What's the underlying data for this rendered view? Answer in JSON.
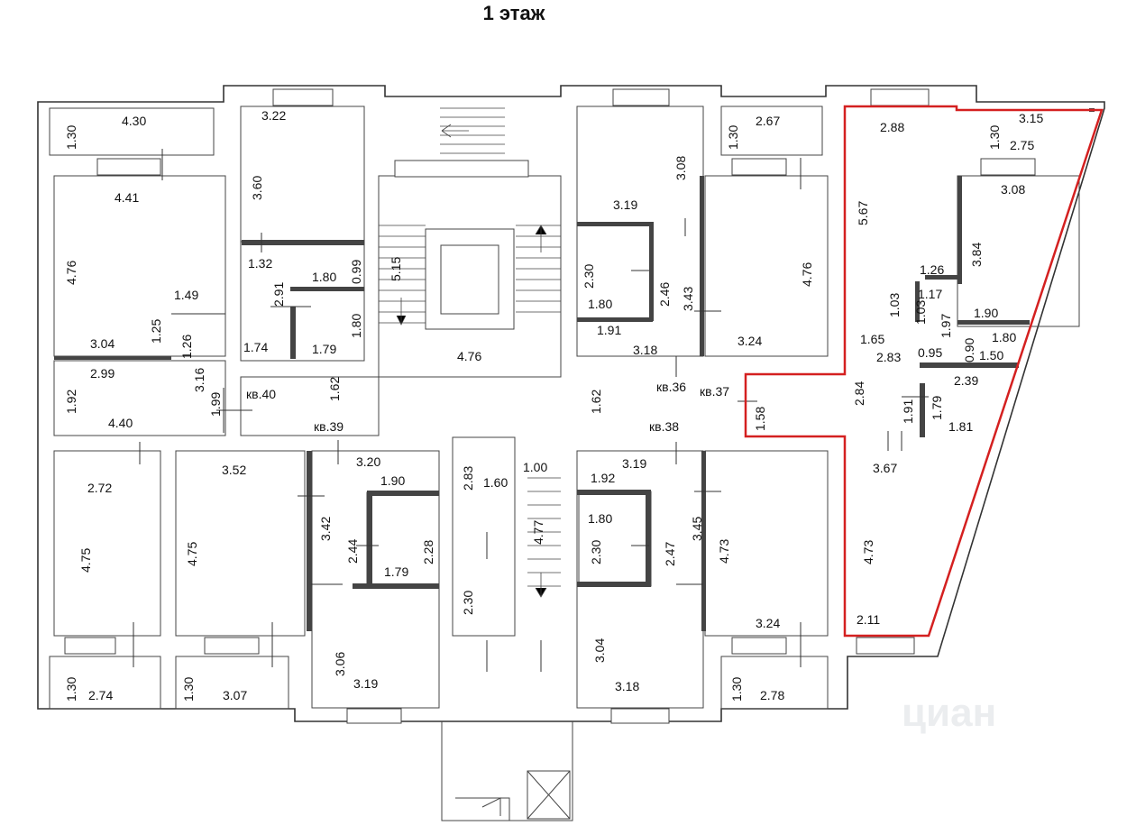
{
  "title": "1 этаж",
  "highlight_color": "#d42020",
  "apartments": [
    "кв.36",
    "кв.37",
    "кв.38",
    "кв.39",
    "кв.40"
  ],
  "dims": {
    "balc_tl_h": "1.30",
    "balc_tl_w": "4.30",
    "r_tl_w": "4.41",
    "r_tl_h": "4.76",
    "r_tl_b": "3.04",
    "r_tl_149": "1.49",
    "r_tl_125": "1.25",
    "r_top2_w": "3.22",
    "r_top2_h": "3.60",
    "r_132": "1.32",
    "r_291": "2.91",
    "r_180a": "1.80",
    "r_099": "0.99",
    "r_180b": "1.80",
    "r_179": "1.79",
    "r_174": "1.74",
    "r_126": "1.26",
    "r_299": "2.99",
    "r_192": "1.92",
    "r_440": "4.40",
    "r_316": "3.16",
    "r_199": "1.99",
    "r_162a": "1.62",
    "stair_515": "5.15",
    "hall_476": "4.76",
    "r_308": "3.08",
    "r_319": "3.19",
    "r_230a": "2.30",
    "r_246": "2.46",
    "r_343": "3.43",
    "r_180c": "1.80",
    "r_191": "1.91",
    "r_318a": "3.18",
    "balc_tr1_h": "1.30",
    "balc_tr1_w": "2.67",
    "r_476b": "4.76",
    "r_324a": "3.24",
    "r_162b": "1.62",
    "r_158": "1.58",
    "r_288": "2.88",
    "r_567": "5.67",
    "r_103a": "1.03",
    "r_126b": "1.26",
    "r_117": "1.17",
    "r_103b": "1.03",
    "r_197": "1.97",
    "balc_tr2_h": "1.30",
    "balc_tr2_w": "3.15",
    "r_275": "2.75",
    "r_308b": "3.08",
    "r_384": "3.84",
    "r_190": "1.90",
    "r_165": "1.65",
    "r_090": "0.90",
    "r_180d": "1.80",
    "r_283": "2.83",
    "r_095": "0.95",
    "r_150": "1.50",
    "r_284": "2.84",
    "r_239": "2.39",
    "r_191b": "1.91",
    "r_179b": "1.79",
    "r_181": "1.81",
    "r_367": "3.67",
    "r_473a": "4.73",
    "r_211": "2.11",
    "r_272": "2.72",
    "r_475a": "4.75",
    "r_352": "3.52",
    "r_475b": "4.75",
    "r_320": "3.20",
    "r_190b": "1.90",
    "r_342": "3.42",
    "r_244": "2.44",
    "r_228": "2.28",
    "r_179c": "1.79",
    "r_306": "3.06",
    "r_319b": "3.19",
    "r_283b": "2.83",
    "r_160": "1.60",
    "r_230b": "2.30",
    "r_100": "1.00",
    "r_477": "4.77",
    "r_319c": "3.19",
    "r_192b": "1.92",
    "r_180e": "1.80",
    "r_230c": "2.30",
    "r_247": "2.47",
    "r_345": "3.45",
    "r_473b": "4.73",
    "r_304": "3.04",
    "r_318b": "3.18",
    "r_324b": "3.24",
    "balc_bl1_h": "1.30",
    "balc_bl1_w": "2.74",
    "balc_bl2_h": "1.30",
    "balc_bl2_w": "3.07",
    "balc_br_h": "1.30",
    "balc_br_w": "2.78"
  },
  "watermark": "циан"
}
